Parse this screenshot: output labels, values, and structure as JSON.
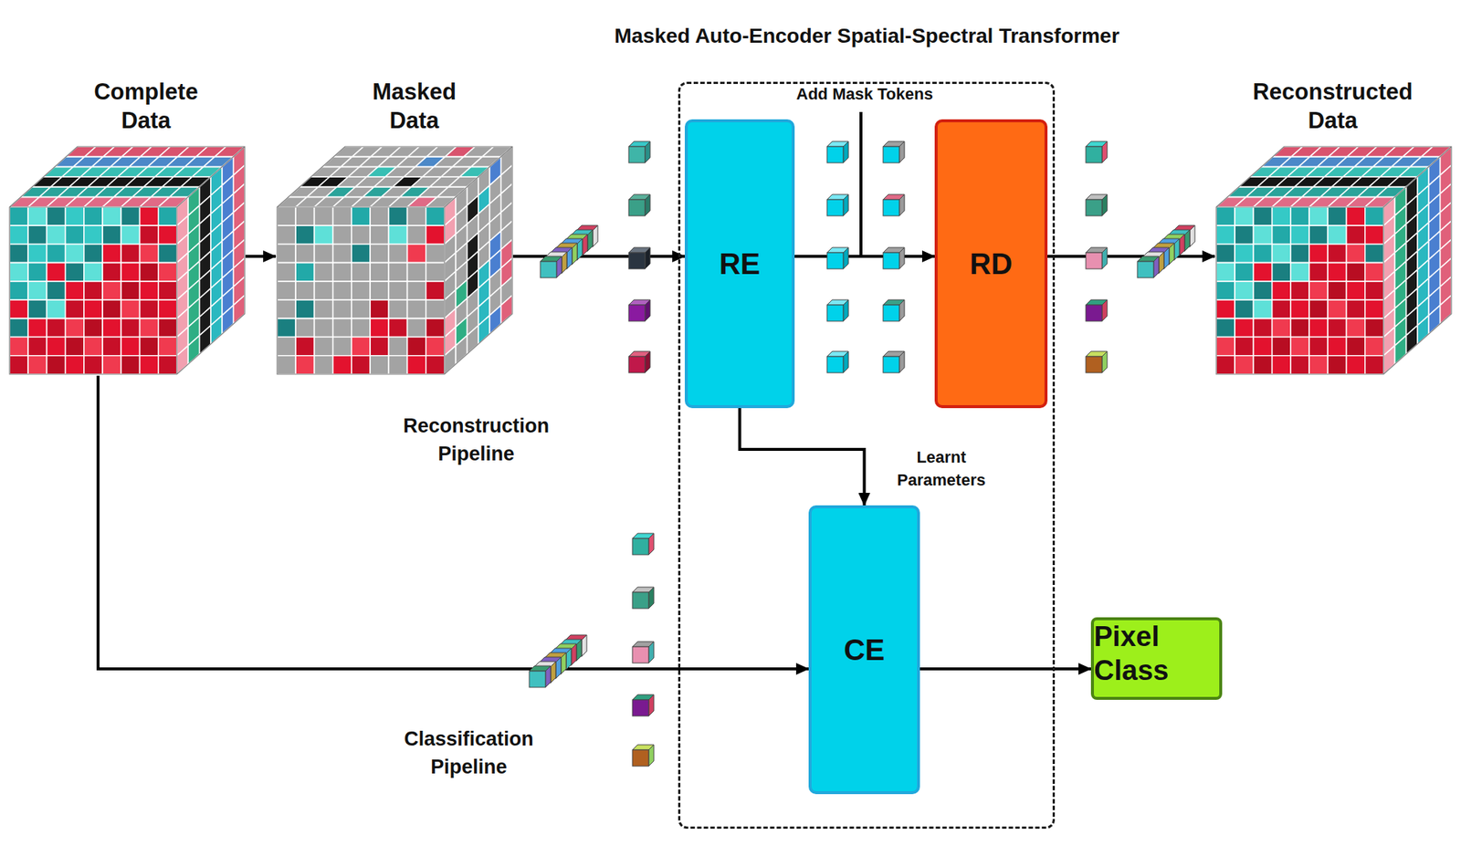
{
  "diagram": {
    "nodes": [
      {
        "text": [
          "Complete Data"
        ]
      },
      {
        "text": [
          "Masked Data"
        ]
      },
      {
        "text": [
          "Masked Auto-Encoder Spatial-Spectral Transformer"
        ]
      },
      {
        "text": [
          "RE"
        ],
        "in": 2
      },
      {
        "text": [
          "RD"
        ],
        "in": 2
      },
      {
        "text": [
          "Reconstructed Data"
        ]
      },
      {
        "text": [
          "CE"
        ],
        "in": 2
      },
      {
        "text": [
          "Pixel Class"
        ]
      }
    ],
    "edges": [
      {
        "from": 0,
        "to": 1,
        "arrow": "to"
      },
      {
        "from": 1,
        "to": 3,
        "arrow": "to"
      },
      {
        "from": 3,
        "to": 4,
        "arrow": "to"
      },
      {
        "from": 4,
        "to": 5,
        "arrow": "to"
      },
      {
        "from": 3,
        "to": 6,
        "arrow": "to",
        "label": "Learnt Parameters"
      },
      {
        "from": 0,
        "to": 6,
        "arrow": "to"
      },
      {
        "from": 6,
        "to": 7,
        "arrow": "to"
      }
    ],
    "labels": [
      "Add Mask Tokens",
      "Reconstruction Pipeline",
      "Classification Pipeline"
    ]
  }
}
